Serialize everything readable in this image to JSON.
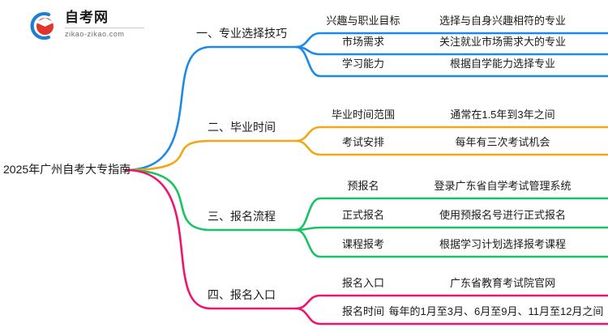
{
  "logo": {
    "name_zh": "自考网",
    "domain": "zikao-zikao.com",
    "arc_color": "#1b7fd4",
    "cap_color": "#e0342c"
  },
  "mindmap": {
    "root": {
      "label": "2025年广州自考大专指南"
    },
    "colors": {
      "branch1": "#1e8ae8",
      "branch2": "#f0a818",
      "branch3": "#16c464",
      "branch4": "#f0146e"
    },
    "branches": [
      {
        "label": "一、专业选择技巧",
        "color": "#1e8ae8",
        "children": [
          {
            "label": "兴趣与职业目标",
            "detail": "选择与自身兴趣相符的专业"
          },
          {
            "label": "市场需求",
            "detail": "关注就业市场需求大的专业"
          },
          {
            "label": "学习能力",
            "detail": "根据自学能力选择专业"
          }
        ]
      },
      {
        "label": "二、毕业时间",
        "color": "#f0a818",
        "children": [
          {
            "label": "毕业时间范围",
            "detail": "通常在1.5年到3年之间"
          },
          {
            "label": "考试安排",
            "detail": "每年有三次考试机会"
          }
        ]
      },
      {
        "label": "三、报名流程",
        "color": "#16c464",
        "children": [
          {
            "label": "预报名",
            "detail": "登录广东省自学考试管理系统"
          },
          {
            "label": "正式报名",
            "detail": "使用预报名号进行正式报名"
          },
          {
            "label": "课程报考",
            "detail": "根据学习计划选择报考课程"
          }
        ]
      },
      {
        "label": "四、报名入口",
        "color": "#f0146e",
        "children": [
          {
            "label": "报名入口",
            "detail": "广东省教育考试院官网"
          },
          {
            "label": "报名时间",
            "detail": "每年的1月至3月、6月至9月、11月至12月之间"
          }
        ]
      }
    ]
  }
}
